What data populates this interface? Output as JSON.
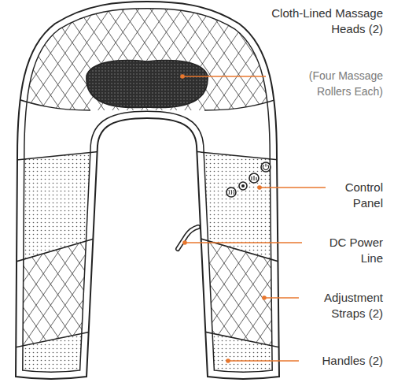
{
  "diagram": {
    "labels": [
      "Cloth-Lined Massage Heads (2)",
      "(Four Massage Rollers Each)",
      "Control Panel",
      "DC Power Line",
      "Adjustment Straps (2)",
      "Handles (2)"
    ]
  }
}
